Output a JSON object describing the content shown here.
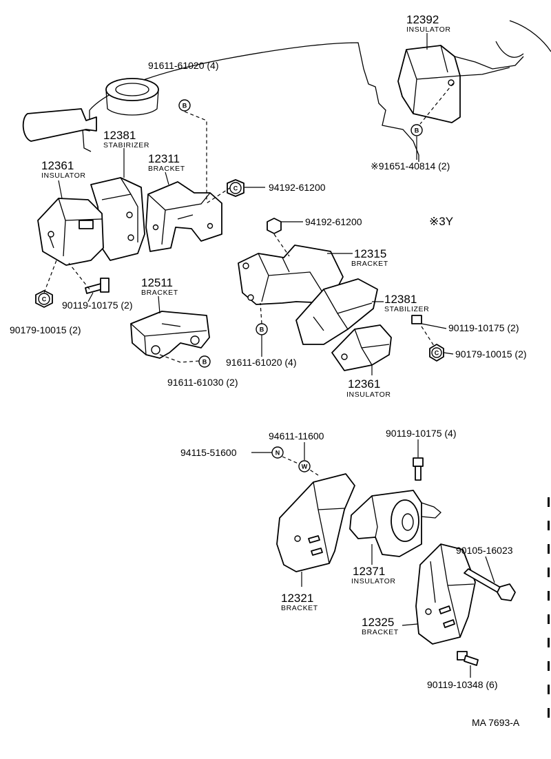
{
  "parts": {
    "stab_a_pn": "12381",
    "stab_a_cap": "STABIRIZER",
    "ins_a_pn": "12361",
    "ins_a_cap": "INSULATOR",
    "br_12311_pn": "12311",
    "br_12311_cap": "BRACKET",
    "br_12511_pn": "12511",
    "br_12511_cap": "BRACKET",
    "ins_12392_pn": "12392",
    "ins_12392_cap": "INSULATOR",
    "br_12315_pn": "12315",
    "br_12315_cap": "BRACKET",
    "stab_b_pn": "12381",
    "stab_b_cap": "STABILIZER",
    "ins_b_pn": "12361",
    "ins_b_cap": "INSULATOR",
    "ins_12371_pn": "12371",
    "ins_12371_cap": "INSULATOR",
    "br_12321_pn": "12321",
    "br_12321_cap": "BRACKET",
    "br_12325_pn": "12325",
    "br_12325_cap": "BRACKET"
  },
  "fasteners": {
    "f1": "91611-61020 (4)",
    "f2": "※91651-40814 (2)",
    "f3": "94192-61200",
    "f4": "94192-61200",
    "f5": "90119-10175 (2)",
    "f6": "90179-10015 (2)",
    "f7": "91611-61030 (2)",
    "f8": "91611-61020 (4)",
    "f9": "90119-10175 (2)",
    "f10": "90179-10015 (2)",
    "f11": "94611-11600",
    "f12": "94115-51600",
    "f13": "90119-10175 (4)",
    "f14": "90105-16023",
    "f15": "90119-10348 (6)"
  },
  "badges": {
    "b": "B",
    "c": "C",
    "n": "N",
    "w": "W"
  },
  "note_3y": "※3Y",
  "figure_code": "MA 7693-A"
}
